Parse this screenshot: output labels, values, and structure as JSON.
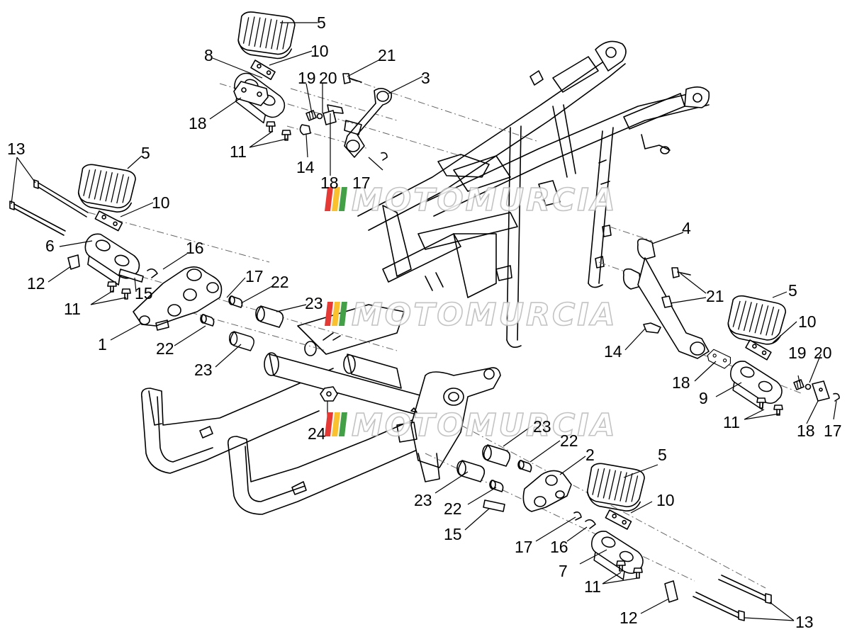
{
  "watermark": {
    "text": "MOTOMURCIA",
    "stripe_colors": [
      "#e53935",
      "#fbc02d",
      "#43a047"
    ]
  },
  "callouts": {
    "c1": "1",
    "c2": "2",
    "c3": "3",
    "c4": "4",
    "c5a": "5",
    "c5b": "5",
    "c5c": "5",
    "c5d": "5",
    "c6": "6",
    "c7": "7",
    "c8": "8",
    "c9": "9",
    "c10a": "10",
    "c10b": "10",
    "c10c": "10",
    "c10d": "10",
    "c11a": "11",
    "c11b": "11",
    "c11c": "11",
    "c11d": "11",
    "c12a": "12",
    "c12b": "12",
    "c13a": "13",
    "c13b": "13",
    "c14a": "14",
    "c14b": "14",
    "c15a": "15",
    "c15b": "15",
    "c16a": "16",
    "c16b": "16",
    "c17a": "17",
    "c17b": "17",
    "c17c": "17",
    "c17d": "17",
    "c18a": "18",
    "c18b": "18",
    "c18c": "18",
    "c18d": "18",
    "c19a": "19",
    "c19b": "19",
    "c20a": "20",
    "c20b": "20",
    "c21a": "21",
    "c21b": "21",
    "c22a": "22",
    "c22b": "22",
    "c22c": "22",
    "c22d": "22",
    "c23a": "23",
    "c23b": "23",
    "c23c": "23",
    "c23d": "23",
    "c24": "24"
  }
}
